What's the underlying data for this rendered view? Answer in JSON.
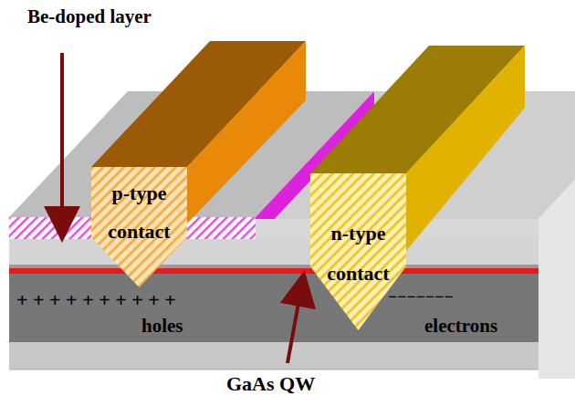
{
  "diagram": {
    "nodes": [
      {
        "text": [
          "p-type contact"
        ]
      },
      {
        "text": [
          "n-type contact"
        ]
      }
    ],
    "labels": [
      "Be-doped layer",
      "+ + + + + + + + + +",
      "holes",
      "−−−−−−−",
      "electrons",
      "GaAs QW"
    ]
  }
}
